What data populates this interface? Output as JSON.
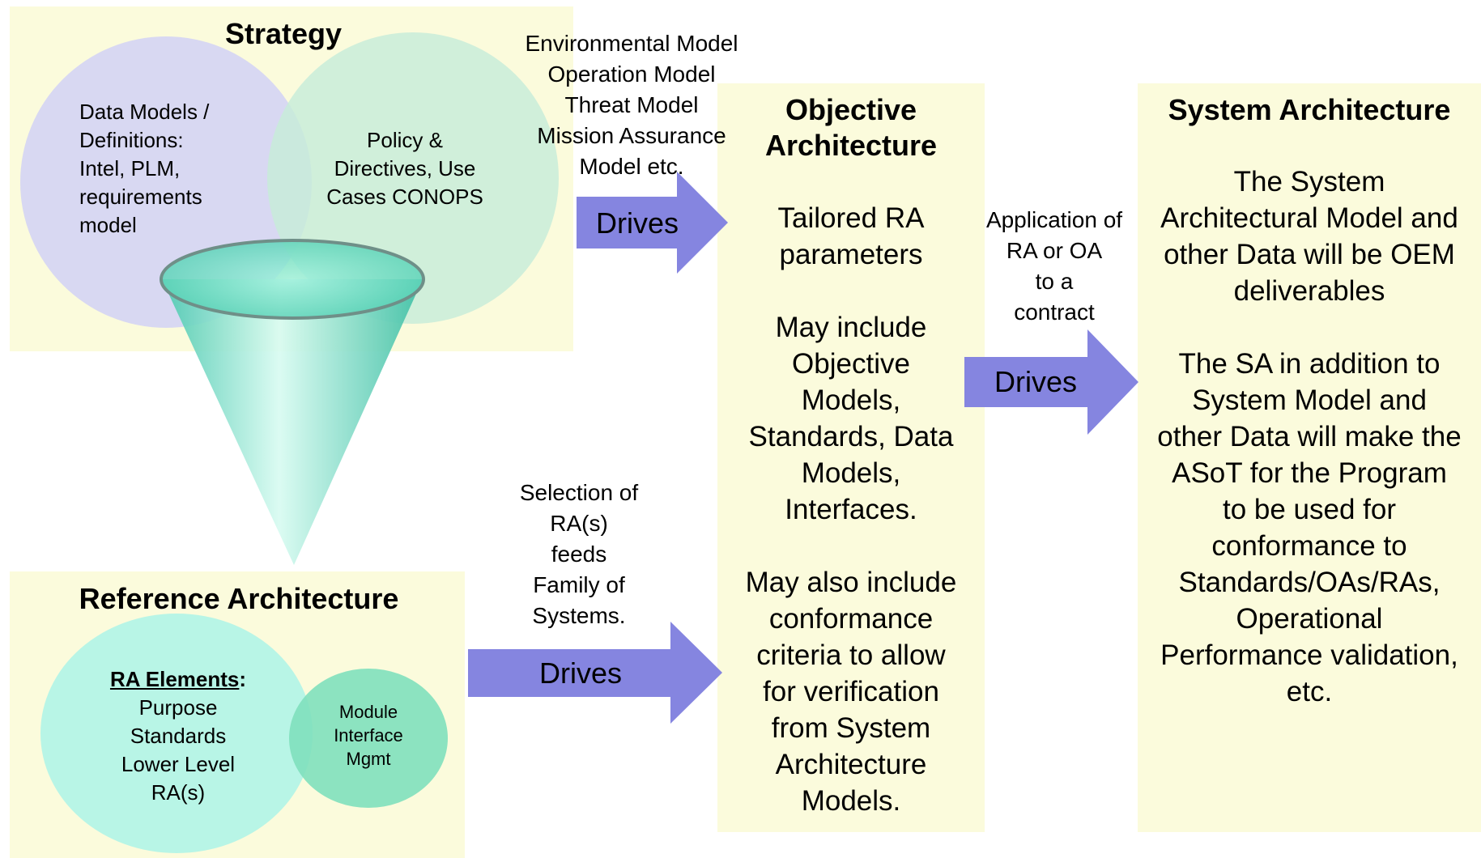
{
  "strategy": {
    "title": "Strategy",
    "left_circle_lines": [
      "Data Models /",
      "Definitions:",
      "Intel, PLM,",
      "requirements",
      "model"
    ],
    "right_circle_lines": [
      "Policy &",
      "Directives, Use",
      "Cases CONOPS"
    ]
  },
  "models_note_lines": [
    "Environmental Model",
    "Operation Model",
    "Threat Model",
    "Mission Assurance",
    "Model etc."
  ],
  "arrows": {
    "top_label": "Drives",
    "middle_label": "Drives",
    "bottom_label": "Drives"
  },
  "objective": {
    "title_lines": [
      "Objective",
      "Architecture"
    ],
    "body_lines": [
      "Tailored RA",
      "parameters",
      "",
      "May include",
      "Objective",
      "Models,",
      "Standards, Data",
      "Models,",
      "Interfaces.",
      "",
      "May also include",
      "conformance",
      "criteria to allow",
      "for verification",
      "from System",
      "Architecture",
      "Models."
    ]
  },
  "application_note_lines": [
    "Application of",
    "RA or OA",
    "to a",
    "contract"
  ],
  "system": {
    "title": "System Architecture",
    "body_lines": [
      "The System",
      "Architectural Model and",
      "other Data will be OEM",
      "deliverables",
      "",
      "The SA in addition to",
      "System Model and",
      "other Data will make the",
      "ASoT for the Program",
      "to be used for",
      "conformance to",
      "Standards/OAs/RAs,",
      "Operational",
      "Performance validation,",
      "etc."
    ]
  },
  "selection_note_lines": [
    "Selection of",
    "RA(s)",
    "feeds",
    "Family of",
    "Systems."
  ],
  "reference": {
    "title": "Reference Architecture",
    "elements_heading": "RA Elements",
    "elements_colon": ":",
    "element_lines": [
      "Purpose",
      "Standards",
      "Lower Level",
      "RA(s)"
    ],
    "module_lines": [
      "Module",
      "Interface",
      "Mgmt"
    ]
  },
  "colors": {
    "panel": "#fbfbdc",
    "arrow": "#8585e0",
    "strategy_left_circle": "#d6d6f2",
    "strategy_right_circle": "#c8ecd9",
    "ra_left_circle": "#b8f5e6",
    "ra_right_circle": "#7fe0bc",
    "cone": "#6fdcc4"
  }
}
